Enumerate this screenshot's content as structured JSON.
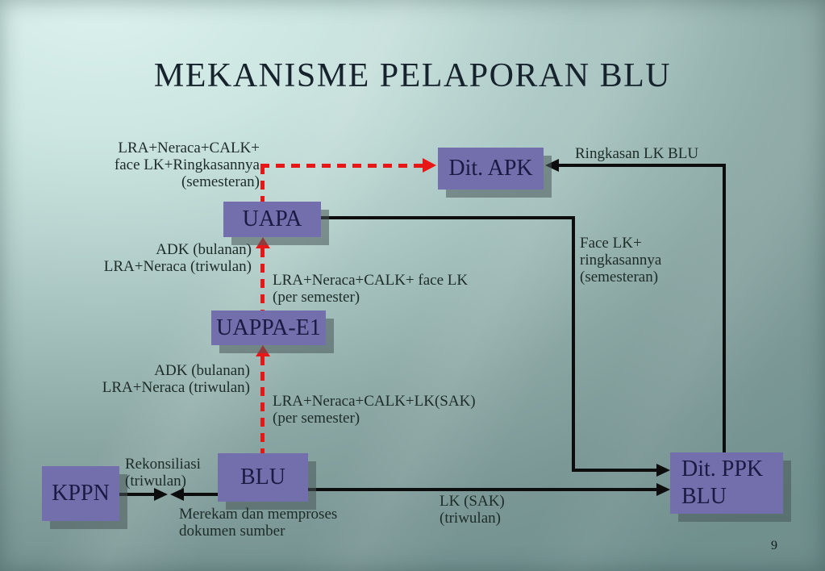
{
  "slide": {
    "title": "MEKANISME PELAPORAN BLU",
    "page_number": "9"
  },
  "nodes": {
    "kppn": "KPPN",
    "blu": "BLU",
    "uappa_e1": "UAPPA-E1",
    "uapa": "UAPA",
    "dit_apk": "Dit. APK",
    "dit_ppk_blu": "Dit. PPK\nBLU"
  },
  "flow_labels": {
    "uapa_to_dit_apk": "LRA+Neraca+CALK+\nface LK+Ringkasannya\n(semesteran)",
    "ringkasan_lk_blu": "Ringkasan LK BLU",
    "uappa_to_uapa_left": "ADK (bulanan)\nLRA+Neraca (triwulan)",
    "uappa_to_uapa_right": "LRA+Neraca+CALK+ face LK\n(per semester)",
    "uapa_to_ditppk": "Face LK+\nringkasannya\n(semesteran)",
    "blu_to_uappa_left": "ADK (bulanan)\nLRA+Neraca (triwulan)",
    "blu_to_uappa_right": "LRA+Neraca+CALK+LK(SAK)\n(per semester)",
    "kppn_blu": "Rekonsiliasi\n(triwulan)",
    "blu_process": "Merekam dan memproses\ndokumen sumber",
    "blu_to_ditppk": "LK (SAK)\n(triwulan)"
  },
  "colors": {
    "node_fill": "#736eac",
    "node_shadow": "rgba(72,88,90,0.55)",
    "node_text": "#1a1a42",
    "line_black": "#0d0d0d",
    "line_red": "#e81717",
    "label_text": "#1d2b28",
    "title_text": "#16222c"
  }
}
